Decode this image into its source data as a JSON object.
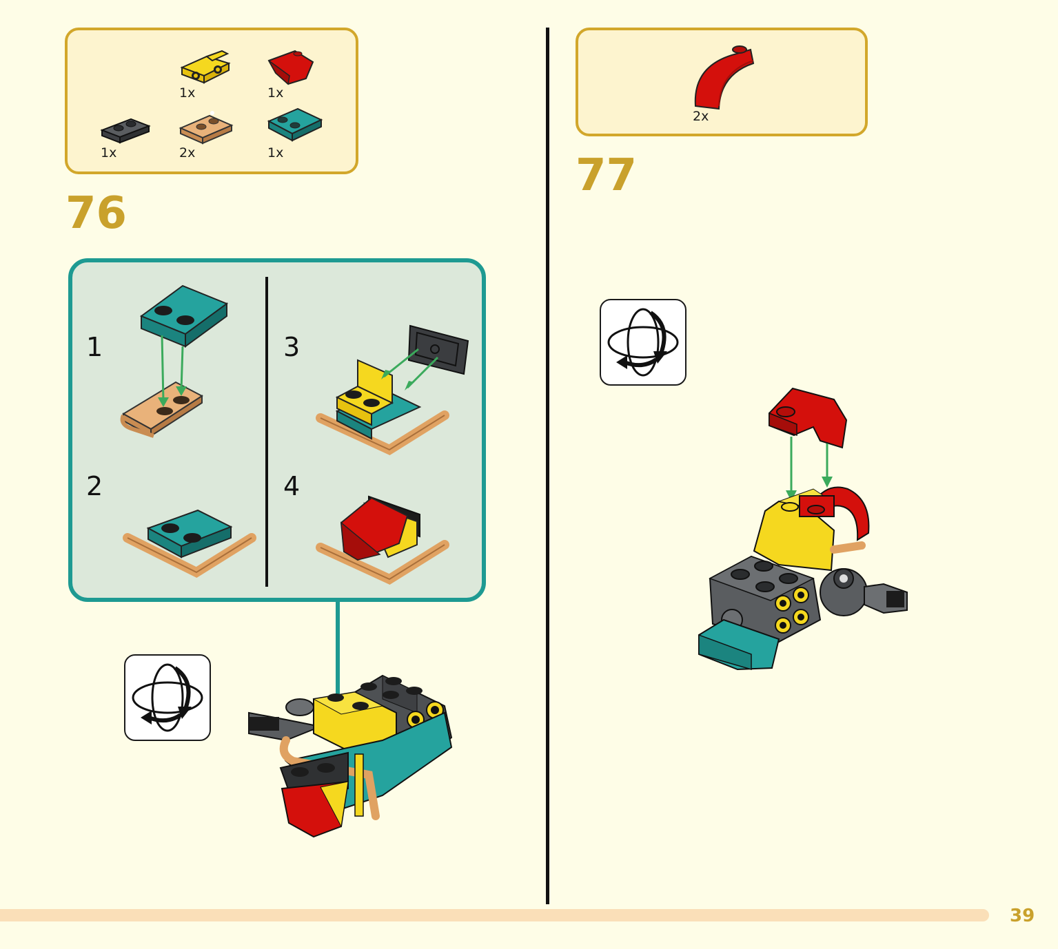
{
  "left_step": {
    "number": "76",
    "parts": [
      {
        "name": "yellow bracket",
        "qty": "1x"
      },
      {
        "name": "red wedge",
        "qty": "1x"
      },
      {
        "name": "dark gray plate",
        "qty": "1x"
      },
      {
        "name": "tan runner plate",
        "qty": "2x"
      },
      {
        "name": "teal plate",
        "qty": "1x"
      }
    ],
    "substeps": [
      "1",
      "2",
      "3",
      "4"
    ]
  },
  "right_step": {
    "number": "77",
    "parts": [
      {
        "name": "red curved slope",
        "qty": "2x"
      }
    ]
  },
  "page_number": "39",
  "colors": {
    "background": "#FEFDE7",
    "parts_box": "#FDF4CF",
    "parts_border": "#D2A72B",
    "substep_bg": "#DCE8DA",
    "substep_border": "#1E9A92",
    "step_number": "#C9A12C",
    "page_bar": "#FADFB8"
  }
}
